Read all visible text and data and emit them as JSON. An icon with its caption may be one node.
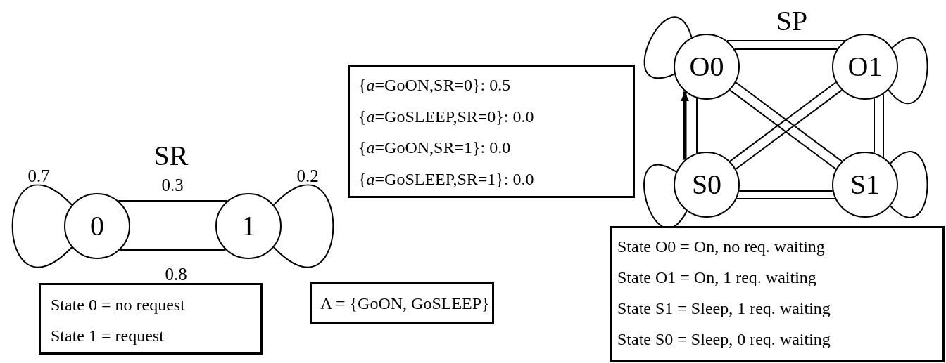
{
  "diagram": {
    "nodes": [
      {
        "text": [
          "0"
        ]
      },
      {
        "text": [
          "1"
        ]
      },
      {
        "text": [
          "State 0 = no request",
          "State 1 = request"
        ]
      },
      {
        "text": [
          "A = {GoON, GoSLEEP}"
        ]
      },
      {
        "text": [
          "{*a*=GoON,SR=0}: 0.5",
          "{*a*=GoSLEEP,SR=0}: 0.0",
          "{*a*=GoON,SR=1}: 0.0",
          "{*a*=GoSLEEP,SR=1}: 0.0"
        ]
      },
      {
        "text": [
          "O0"
        ]
      },
      {
        "text": [
          "O1"
        ]
      },
      {
        "text": [
          "S0"
        ]
      },
      {
        "text": [
          "S1"
        ]
      },
      {
        "text": [
          "State O0 = On, no req. waiting",
          "State O1 = On, 1 req. waiting",
          "State S1 = Sleep, 1 req. waiting",
          "State S0 = Sleep, 0 req. waiting"
        ]
      }
    ],
    "edges": [
      {
        "from": 0,
        "to": 0,
        "arrow": "none",
        "label": "0.7"
      },
      {
        "from": 0,
        "to": 1,
        "arrow": "none",
        "label": "0.3"
      },
      {
        "from": 1,
        "to": 0,
        "arrow": "none",
        "label": "0.8"
      },
      {
        "from": 1,
        "to": 1,
        "arrow": "none",
        "label": "0.2"
      },
      {
        "from": 5,
        "to": 5,
        "arrow": "none"
      },
      {
        "from": 5,
        "to": 6,
        "arrow": "none"
      },
      {
        "from": 5,
        "to": 6,
        "arrow": "none"
      },
      {
        "from": 6,
        "to": 6,
        "arrow": "none"
      },
      {
        "from": 6,
        "to": 8,
        "arrow": "none"
      },
      {
        "from": 6,
        "to": 8,
        "arrow": "none"
      },
      {
        "from": 7,
        "to": 8,
        "arrow": "none"
      },
      {
        "from": 7,
        "to": 8,
        "arrow": "none"
      },
      {
        "from": 8,
        "to": 8,
        "arrow": "none"
      },
      {
        "from": 7,
        "to": 7,
        "arrow": "none"
      },
      {
        "from": 7,
        "to": 5,
        "arrow": "none"
      },
      {
        "from": 7,
        "to": 5,
        "arrow": "to",
        "style": "thick"
      },
      {
        "from": 5,
        "to": 8,
        "arrow": "none"
      },
      {
        "from": 5,
        "to": 8,
        "arrow": "none"
      },
      {
        "from": 6,
        "to": 7,
        "arrow": "none"
      },
      {
        "from": 6,
        "to": 7,
        "arrow": "none"
      }
    ],
    "labels": [
      "SR",
      "SP"
    ]
  }
}
